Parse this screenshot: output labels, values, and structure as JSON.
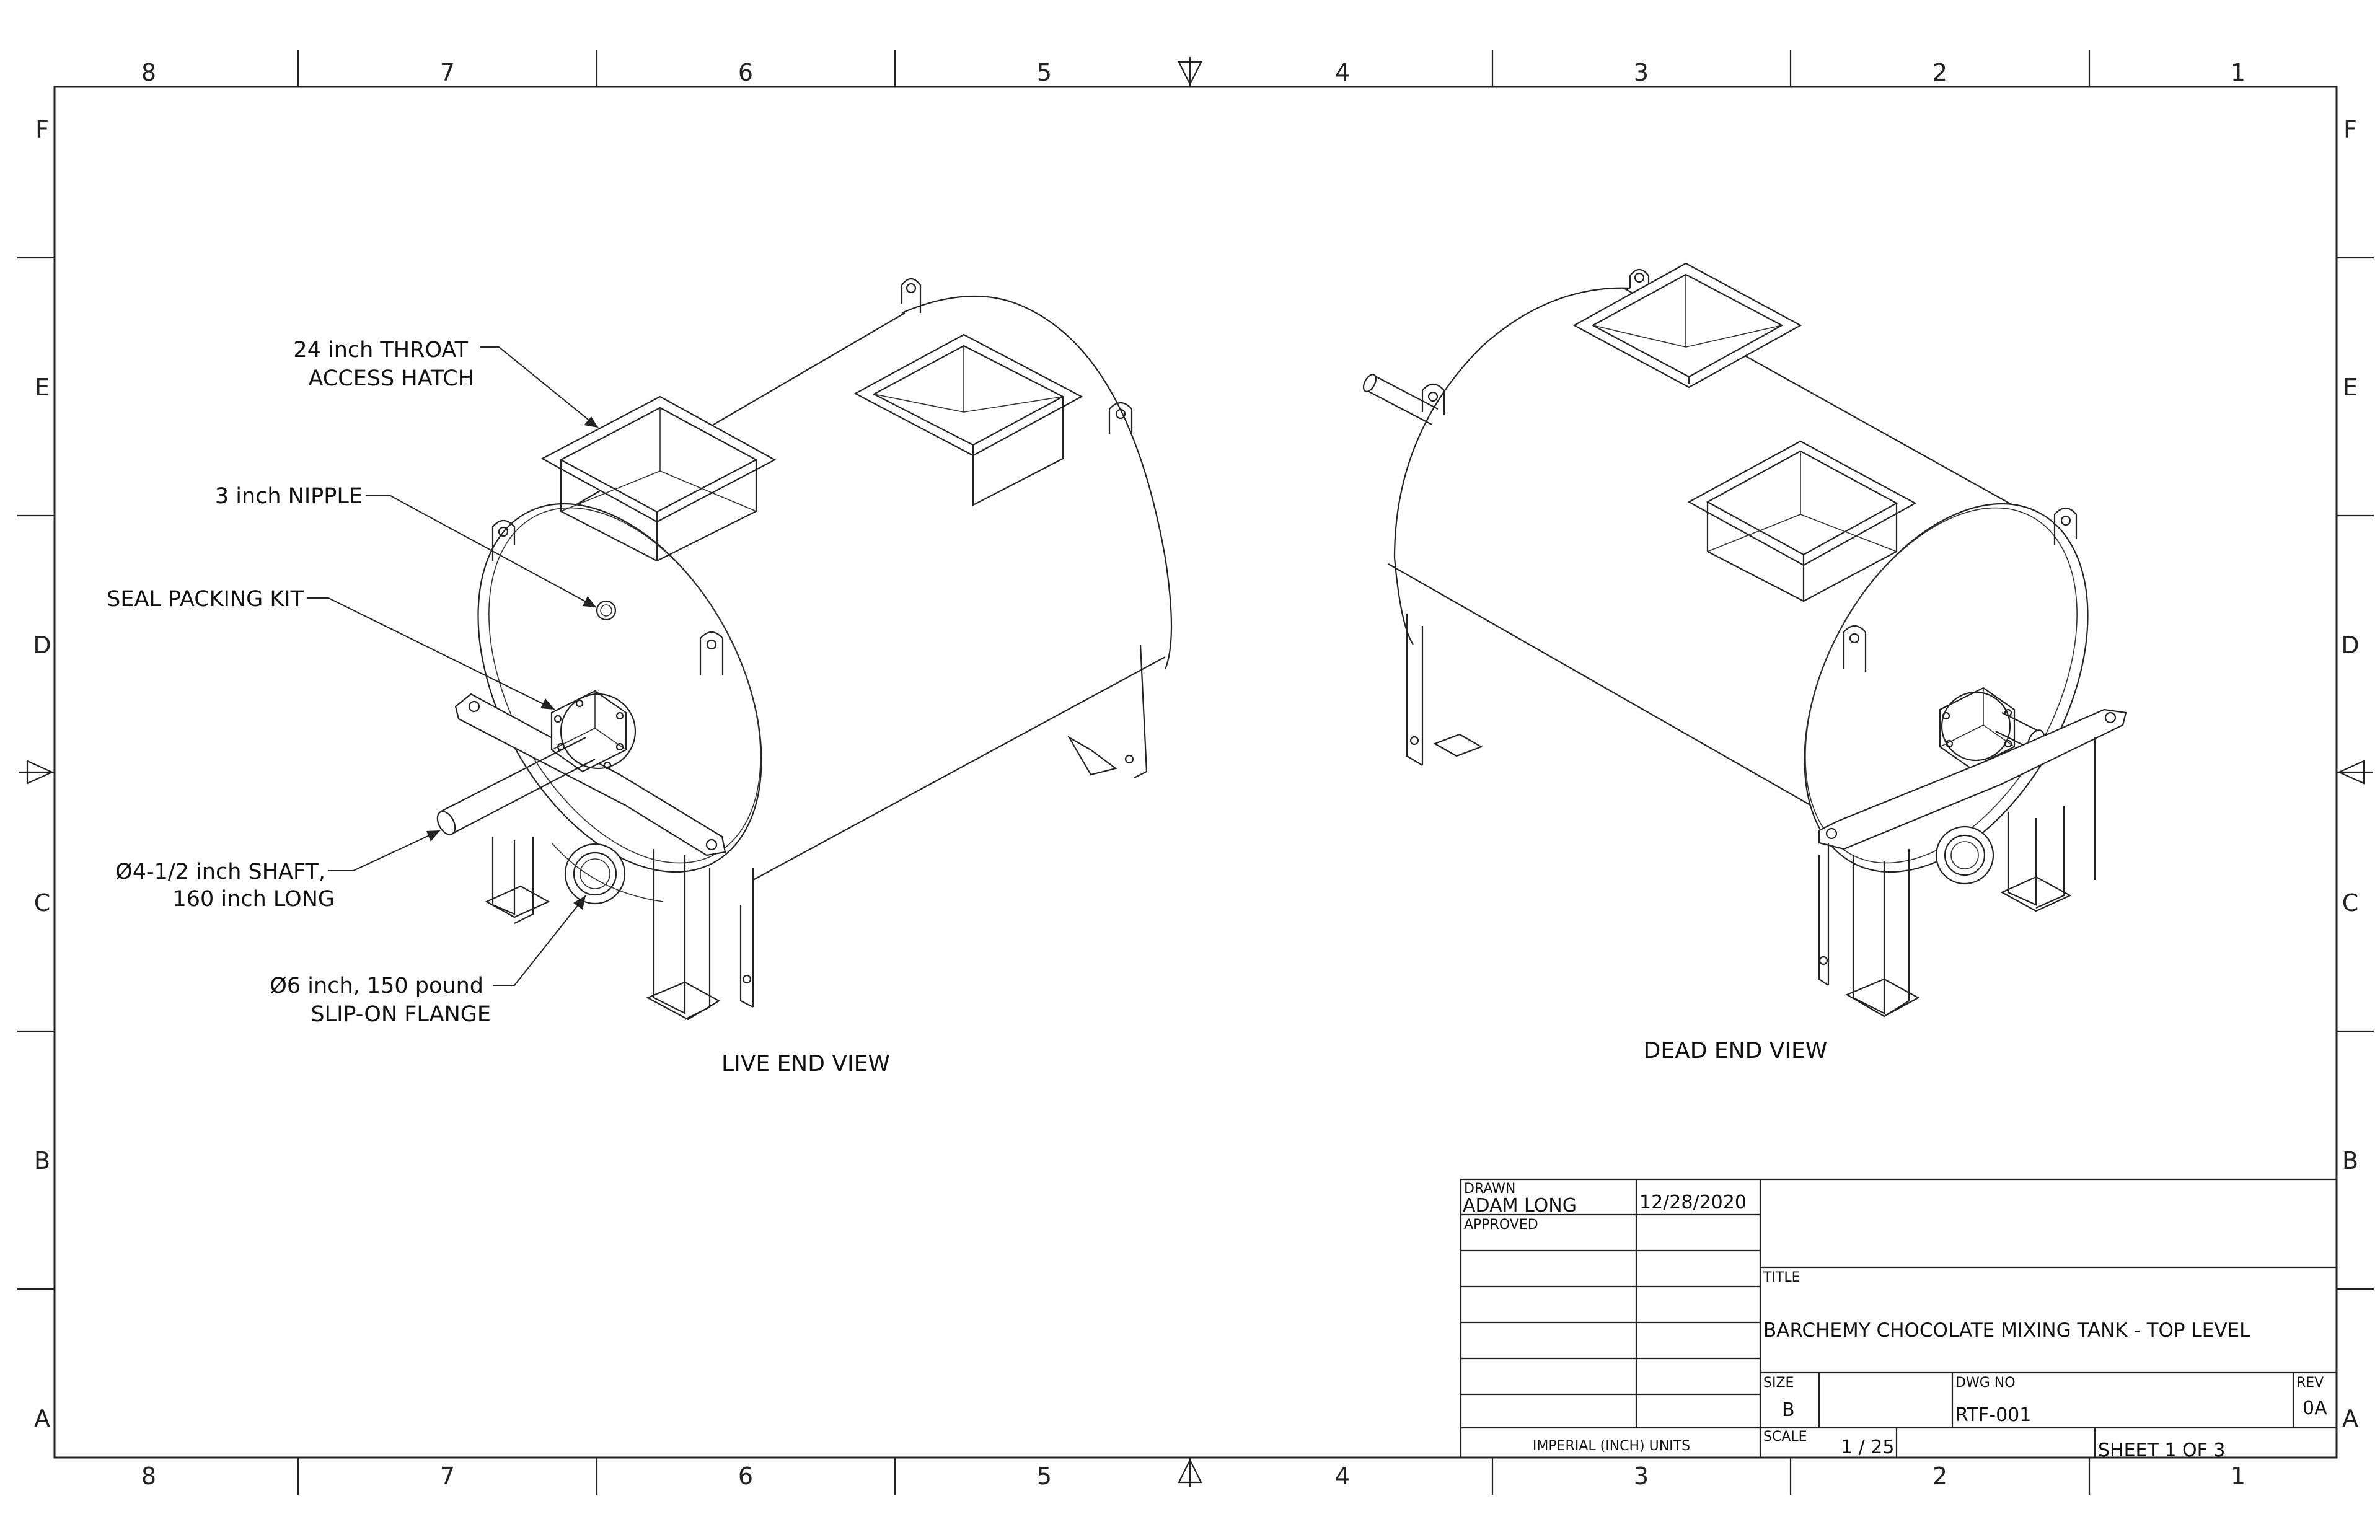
{
  "border": {
    "columns": [
      "8",
      "7",
      "6",
      "5",
      "4",
      "3",
      "2",
      "1"
    ],
    "rows": [
      "F",
      "E",
      "D",
      "C",
      "B",
      "A"
    ]
  },
  "callouts": {
    "throat_line1": "24 inch THROAT",
    "throat_line2": "ACCESS HATCH",
    "nipple": "3 inch NIPPLE",
    "seal": "SEAL PACKING KIT",
    "shaft_line1": "Ø4-1/2 inch SHAFT,",
    "shaft_line2": "160 inch LONG",
    "flange_line1": "Ø6 inch, 150 pound",
    "flange_line2": "SLIP-ON FLANGE"
  },
  "views": {
    "live": "LIVE END VIEW",
    "dead": "DEAD END VIEW"
  },
  "title_block": {
    "drawn_label": "DRAWN",
    "drawn_by": "ADAM LONG",
    "drawn_date": "12/28/2020",
    "approved_label": "APPROVED",
    "units": "IMPERIAL (INCH) UNITS",
    "title_label": "TITLE",
    "title": "BARCHEMY CHOCOLATE MIXING TANK - TOP LEVEL",
    "size_label": "SIZE",
    "size": "B",
    "dwg_no_label": "DWG NO",
    "dwg_no": "RTF-001",
    "rev_label": "REV",
    "rev": "0A",
    "scale_label": "SCALE",
    "scale": "1 / 25",
    "sheet": "SHEET 1  OF 3"
  }
}
